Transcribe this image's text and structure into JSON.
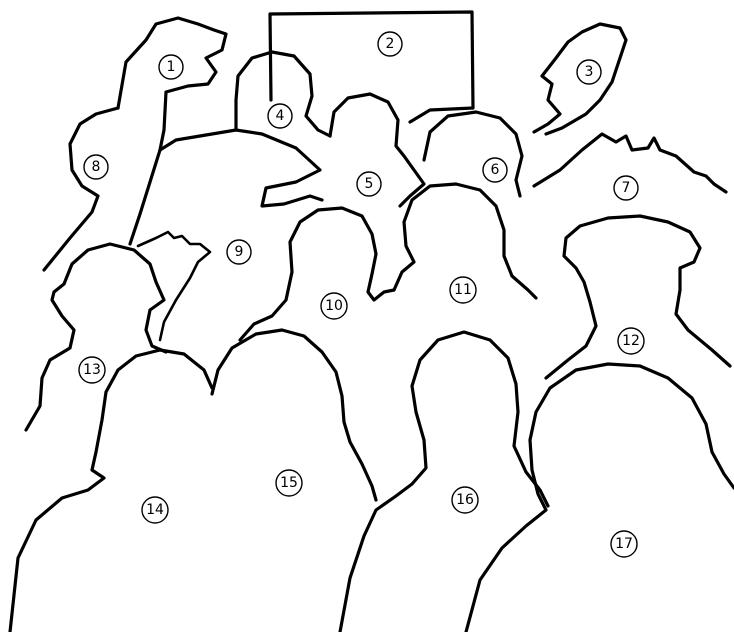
{
  "diagram": {
    "line_color": "#000000",
    "background": "#ffffff",
    "labels": [
      "1",
      "2",
      "3",
      "4",
      "5",
      "6",
      "7",
      "8",
      "9",
      "10",
      "11",
      "12",
      "13",
      "14",
      "15",
      "16",
      "17"
    ]
  }
}
